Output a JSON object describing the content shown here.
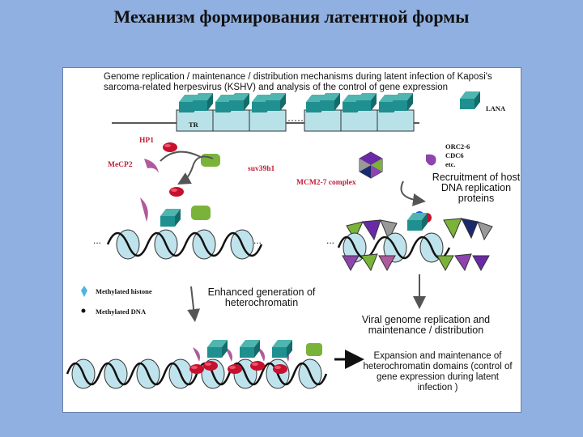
{
  "slide": {
    "title": "Механизм формирования латентной формы"
  },
  "figure": {
    "header": "Genome replication / maintenance / distribution mechanisms during latent infection of Kaposi's sarcoma-related herpesvirus (KSHV) and analysis of the control of gene expression",
    "labels": {
      "lana": "LANA",
      "tr": "TR",
      "hp1": "HP1",
      "mecp2": "MeCP2",
      "suv39h1": "suv39h1",
      "mcm": "MCM2-7 complex",
      "orc": "ORC2-6",
      "cdc6": "CDC6",
      "etc": "etc.",
      "recruitment": "Recruitment of host DNA replication proteins",
      "enhanced": "Enhanced generation of heterochromatin",
      "viral": "Viral genome replication and maintenance / distribution",
      "expansion": "Expansion and maintenance of heterochromatin domains (control of gene expression during latent infection )",
      "legend_histone": "Methylated histone",
      "legend_dna": "Methylated DNA",
      "dots": "..."
    },
    "colors": {
      "background": "#8fb0e0",
      "lana": "#1f8f8f",
      "hp1": "#c8102e",
      "mecp2": "#b05a9e",
      "suv39h1": "#7ab33a",
      "nucleosome": "#bfe3ec"
    }
  }
}
